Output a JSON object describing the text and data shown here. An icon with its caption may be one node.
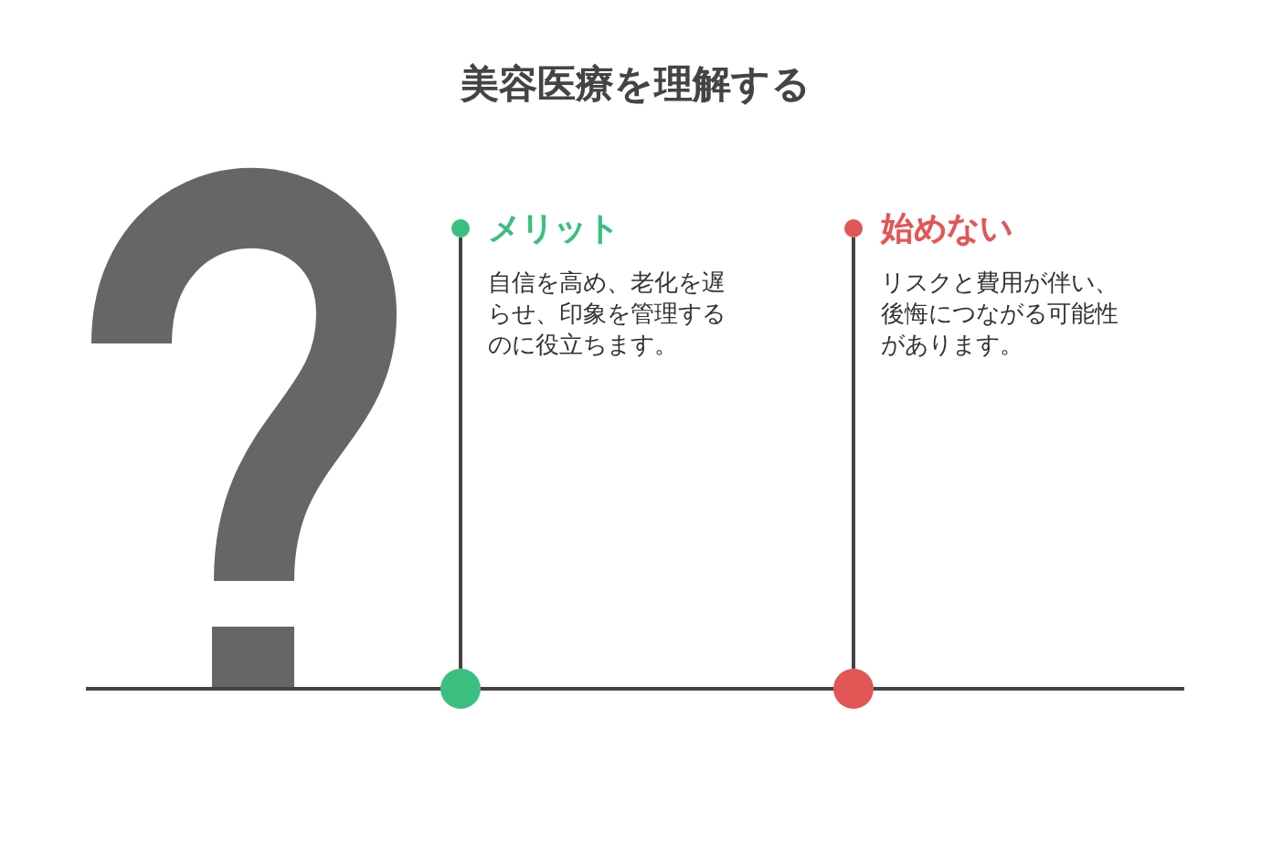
{
  "diagram": {
    "title": "美容医療を理解する",
    "nodes": [
      {
        "text": [
          "メリット",
          "自信を高め、老化を遅らせ、印象を管理するのに役立ちます。"
        ]
      },
      {
        "text": [],
        "shape": "circle"
      },
      {
        "text": [],
        "shape": "circle"
      },
      {
        "text": [
          "始めない",
          "リスクと費用が伴い、後悔につながる可能性があります。"
        ]
      },
      {
        "text": [],
        "shape": "circle"
      },
      {
        "text": [],
        "shape": "circle"
      }
    ],
    "edges": [
      {
        "from": 1,
        "to": 2,
        "arrow": "none"
      },
      {
        "from": 4,
        "to": 5,
        "arrow": "none"
      }
    ]
  }
}
